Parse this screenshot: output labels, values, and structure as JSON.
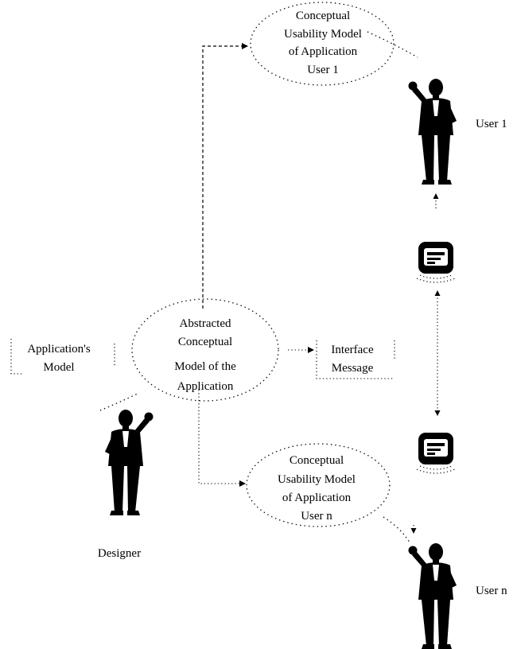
{
  "nodes": {
    "user1_model": [
      "Conceptual",
      "Usability Model",
      "of Application",
      "User 1"
    ],
    "usern_model": [
      "Conceptual",
      "Usability Model",
      "of Application",
      "User n"
    ],
    "abstracted_model": [
      "Abstracted",
      "Conceptual",
      "Model of the",
      "Application"
    ],
    "application_model": [
      "Application's",
      "Model"
    ],
    "interface_message": [
      "Interface",
      "Message"
    ]
  },
  "actors": {
    "user1": "User 1",
    "usern": "User n",
    "designer": "Designer"
  },
  "icons": {
    "person": "person-silhouette-icon",
    "monitor": "computer-monitor-icon"
  },
  "colors": {
    "ink": "#000000",
    "background": "#ffffff"
  }
}
